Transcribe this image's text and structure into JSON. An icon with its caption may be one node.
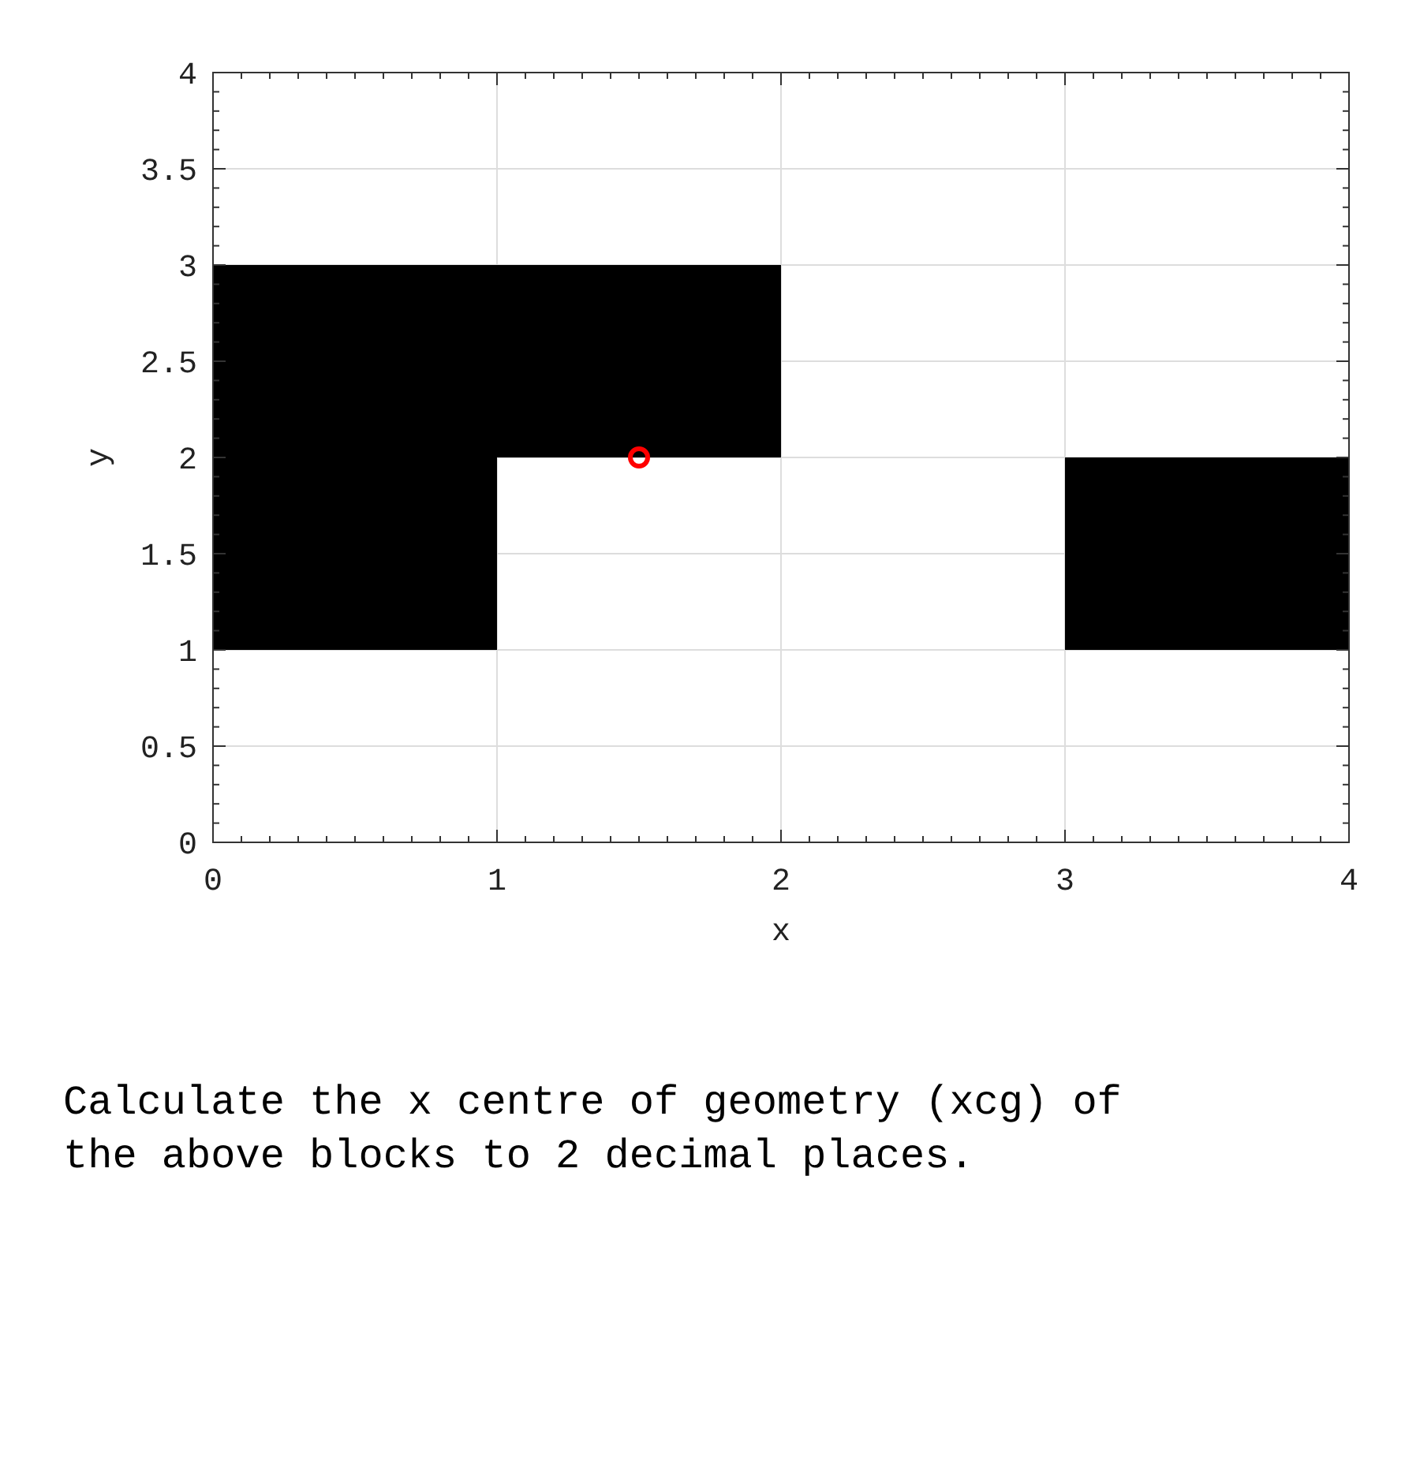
{
  "diagram": {
    "caption": "Calculate the x centre of geometry (xcg) of the above blocks to 2 decimal places.",
    "nodes": [
      {
        "text": [],
        "shape": "box"
      },
      {
        "text": [],
        "shape": "box"
      }
    ],
    "chart_data": {
      "type": "scatter",
      "xlabel": "x",
      "ylabel": "y",
      "xlim": [
        0,
        4
      ],
      "ylim": [
        0,
        4
      ],
      "xticks": [
        0,
        1,
        2,
        3,
        4
      ],
      "yticks": [
        0,
        0.5,
        1,
        1.5,
        2,
        2.5,
        3,
        3.5,
        4
      ],
      "grid": true,
      "x": [
        1.5
      ],
      "series": [
        {
          "color": "#ff0000",
          "values": [
            2
          ]
        }
      ]
    }
  }
}
